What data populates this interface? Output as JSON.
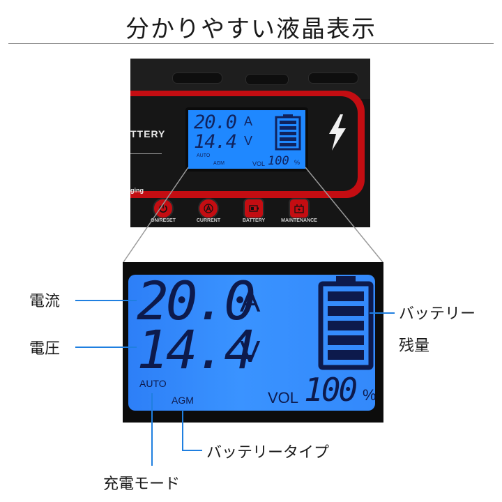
{
  "title": "分かりやすい液晶表示",
  "device": {
    "brand_text": "TTERY",
    "mode_text": "ging",
    "buttons": [
      {
        "label": "ON/RESET",
        "icon": "power-icon"
      },
      {
        "label": "CURRENT",
        "icon": "ampere-icon"
      },
      {
        "label": "BATTERY",
        "icon": "battery-icon"
      },
      {
        "label": "MAINTENANCE",
        "icon": "maintenance-icon"
      }
    ]
  },
  "lcd": {
    "current_value": "20.0",
    "current_unit": "A",
    "voltage_value": "14.4",
    "voltage_unit": "V",
    "mode": "AUTO",
    "battery_type": "AGM",
    "vol_label": "VOL",
    "vol_value": "100",
    "vol_unit": "%",
    "battery_level": 1.0,
    "battery_bars": 5
  },
  "callouts": {
    "current": "電流",
    "voltage": "電圧",
    "battery_remaining_line1": "バッテリー",
    "battery_remaining_line2": "残量",
    "battery_type": "バッテリータイプ",
    "charge_mode": "充電モード"
  },
  "colors": {
    "lcd_blue": "#1f88ff",
    "segment_dark": "#0d1a4c",
    "device_red": "#c40d12",
    "callout_line": "#1f7fe0"
  }
}
